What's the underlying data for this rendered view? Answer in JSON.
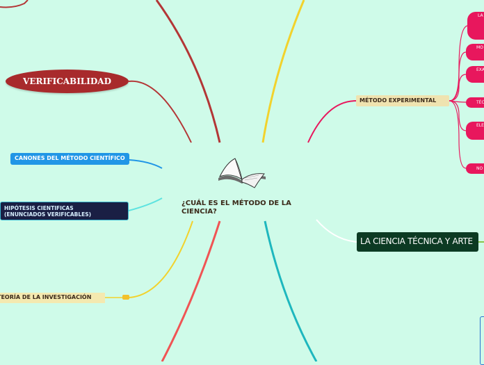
{
  "central": {
    "title": "¿CUÁL ES EL MÉTODO DE LA CIENCIA?",
    "icon": "open-book-icon"
  },
  "left_nodes": {
    "verificabilidad": "VERIFICABILIDAD",
    "canones": "CANONES DEL MÉTODO CIENTÍFICO",
    "hipotesis_line1": "HIPÓTESIS CIENTIFICAS",
    "hipotesis_line2": "(ENUNCIADOS VERIFICABLES)",
    "teoria": "TEORÍA DE LA INVESTIGACIÓN"
  },
  "right_nodes": {
    "metodo": "MÉTODO EXPERIMENTAL",
    "ciencia": "LA CIENCIA TÉCNICA Y ARTE"
  },
  "metodo_children": [
    "LA IN TE EM",
    "MO FAC",
    "EXA DE",
    "TÉC",
    "ELE REC",
    "NO E"
  ],
  "colors": {
    "background": "#cffbe9",
    "verificabilidad": "#a82a2c",
    "canones": "#2196e6",
    "hipotesis": "#1a1f44",
    "teoria": "#f4e9b0",
    "metodo": "#efe3b0",
    "ciencia": "#0c3a23",
    "pink": "#e8175d",
    "yellow_branch": "#f2d22c",
    "red_branch": "#b33636",
    "teal_branch": "#1eb7be",
    "coral_branch": "#f05454",
    "cyan_branch": "#5de3e0",
    "white_branch": "#ffffff"
  }
}
